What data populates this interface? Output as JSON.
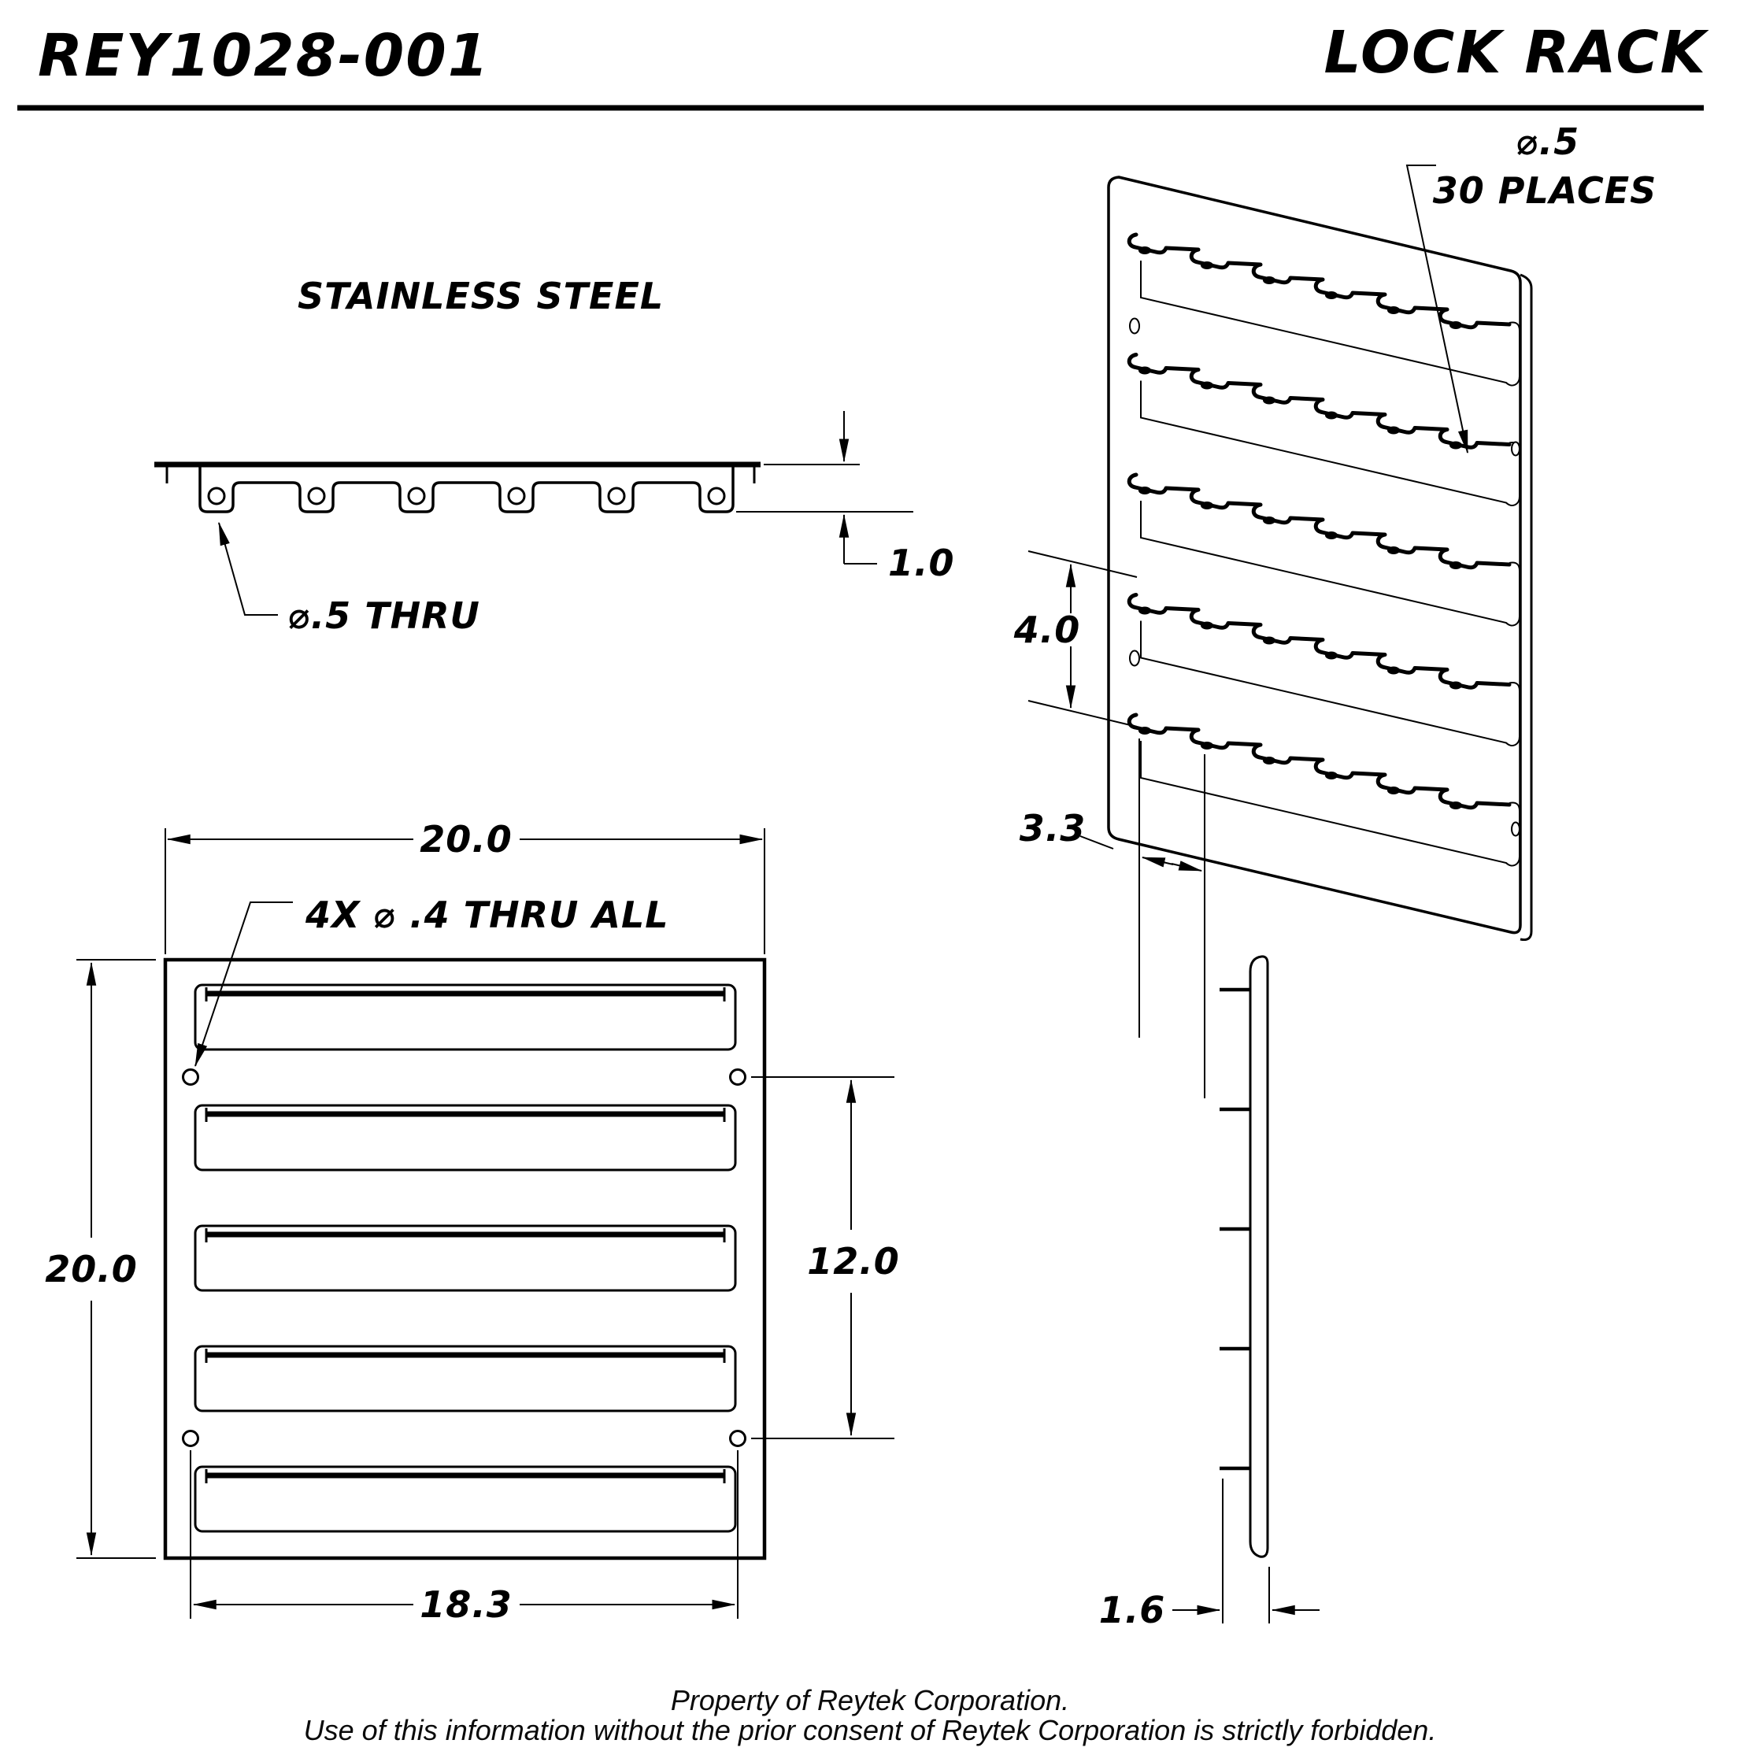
{
  "header": {
    "part_number": "REY1028-001",
    "title": "LOCK RACK"
  },
  "material_note": "STAINLESS STEEL",
  "views": {
    "top": {
      "hole_callout": "⌀.5 THRU",
      "height_dim": "1.0"
    },
    "isometric": {
      "hole_callout_dia": "⌀.5",
      "hole_callout_places": "30 PLACES",
      "row_spacing_dim": "4.0",
      "hook_spacing_dim": "3.3"
    },
    "front": {
      "hole_callout": "4X ⌀ .4 THRU ALL",
      "width_dim": "20.0",
      "height_dim": "20.0",
      "hole_span_vertical_dim": "12.0",
      "hole_span_horizontal_dim": "18.3"
    },
    "side": {
      "thickness_dim": "1.6"
    }
  },
  "footer": {
    "line1": "Property of Reytek Corporation.",
    "line2": "Use of this information without the prior consent of Reytek Corporation is strictly forbidden."
  }
}
